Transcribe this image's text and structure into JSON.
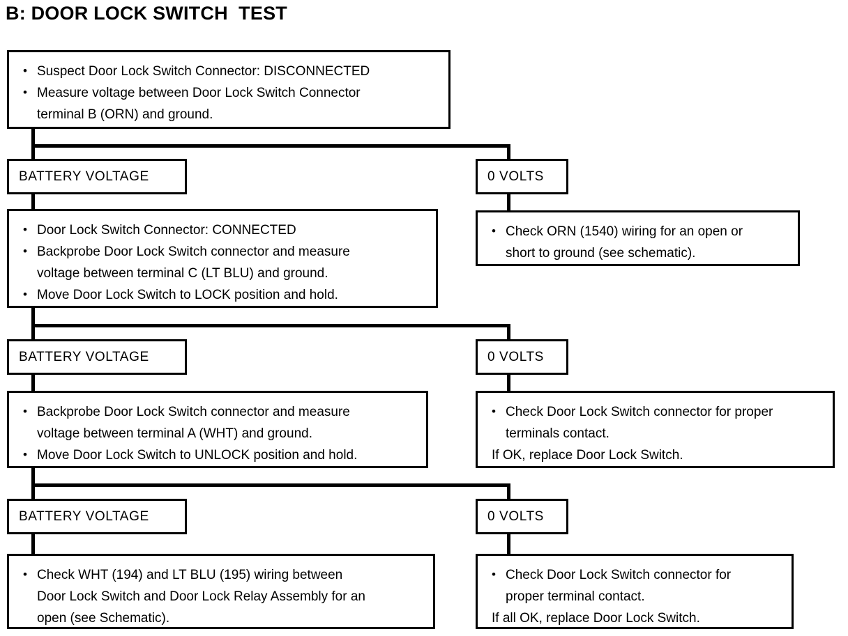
{
  "title": "B: DOOR LOCK SWITCH  TEST",
  "steps": {
    "step1": {
      "lines": [
        "Suspect Door Lock Switch Connector:  DISCONNECTED",
        "Measure voltage between Door Lock Switch Connector\nterminal B (ORN) and ground."
      ]
    },
    "step2": {
      "lines": [
        "Door Lock Switch Connector:  CONNECTED",
        "Backprobe Door Lock Switch connector and measure\nvoltage between terminal C (LT BLU) and ground.",
        "Move Door Lock Switch to LOCK position and hold."
      ]
    },
    "step3": {
      "lines": [
        "Backprobe Door Lock Switch connector and measure\nvoltage between terminal A (WHT) and ground.",
        "Move Door Lock Switch to UNLOCK position and hold."
      ]
    },
    "step4": {
      "lines": [
        "Check WHT (194) and LT BLU (195) wiring between\nDoor Lock Switch and Door Lock Relay Assembly for an\nopen (see Schematic)."
      ]
    }
  },
  "results": {
    "result1": {
      "lines": [
        "Check ORN (1540) wiring for an open or\nshort to ground (see schematic)."
      ],
      "tail": ""
    },
    "result2": {
      "lines": [
        "Check Door Lock Switch connector for proper\nterminals contact."
      ],
      "tail": "If OK, replace Door Lock Switch."
    },
    "result3": {
      "lines": [
        "Check Door Lock Switch connector for\nproper terminal contact."
      ],
      "tail": "If all OK, replace Door Lock Switch."
    }
  },
  "branch_labels": {
    "battery_voltage_1": "BATTERY VOLTAGE",
    "battery_voltage_2": "BATTERY VOLTAGE",
    "battery_voltage_3": "BATTERY VOLTAGE",
    "zero_volts_1": "0 VOLTS",
    "zero_volts_2": "0 VOLTS",
    "zero_volts_3": "0 VOLTS"
  }
}
